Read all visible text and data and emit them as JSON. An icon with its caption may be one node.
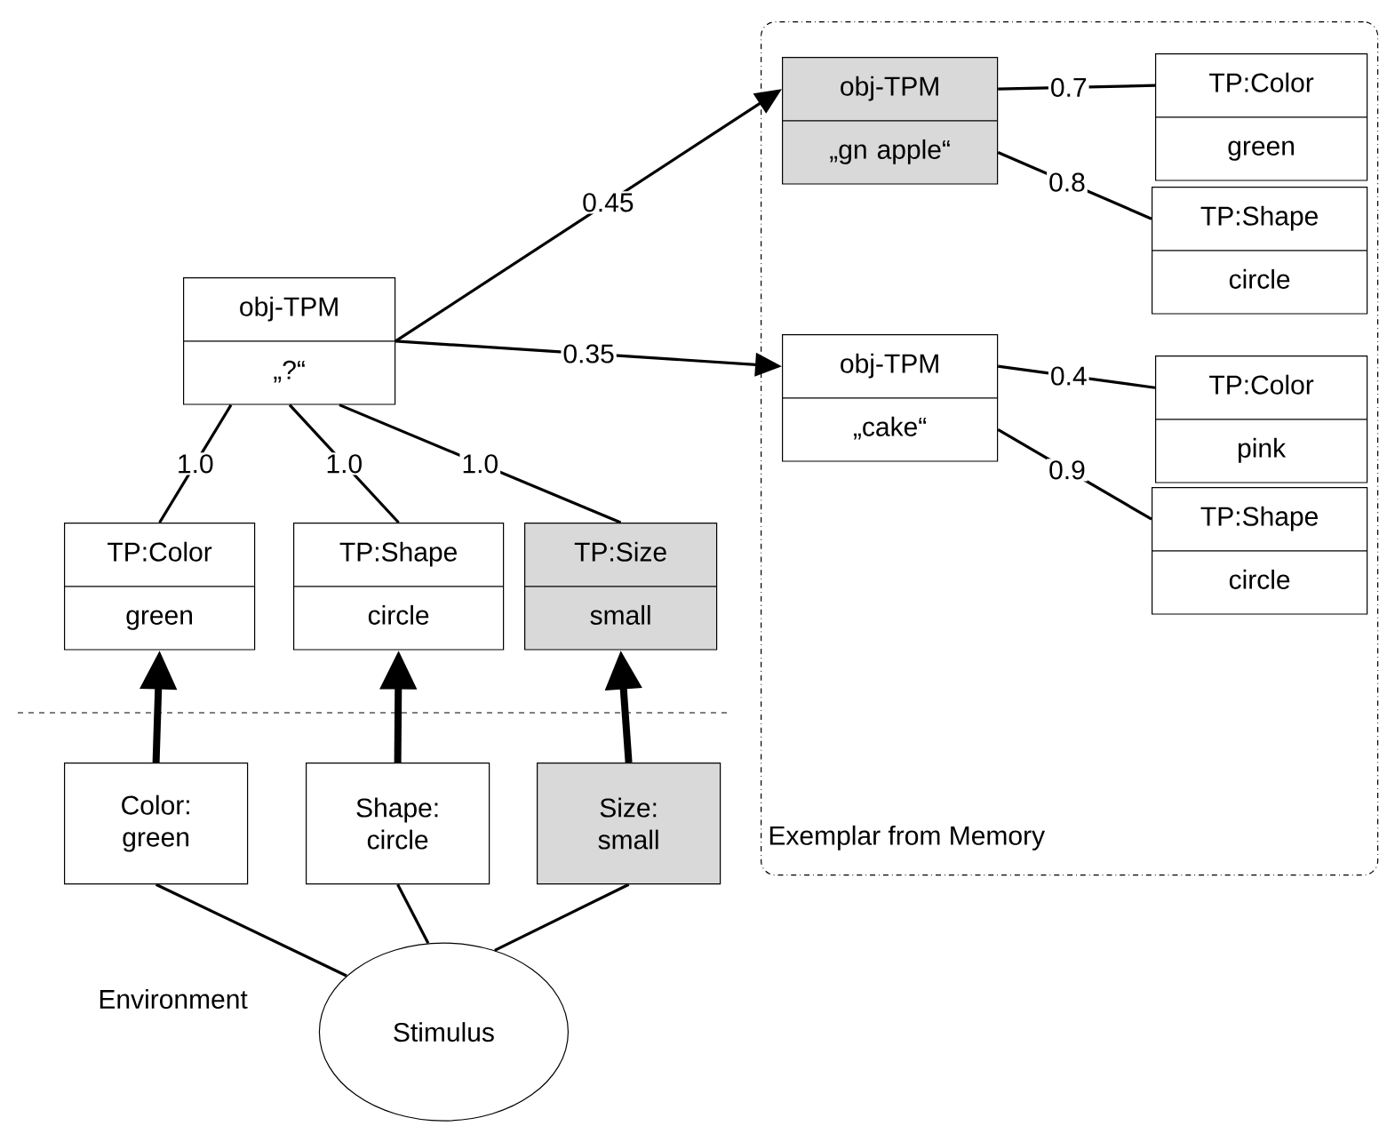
{
  "diagram": {
    "nodes": [
      {
        "text": [
          "Exemplar from Memory"
        ]
      },
      {
        "text": [
          "obj-TPM",
          "„gn apple“"
        ],
        "in": 0
      },
      {
        "text": [
          "TP:Color",
          "green"
        ],
        "in": 0
      },
      {
        "text": [
          "TP:Shape",
          "circle"
        ],
        "in": 0
      },
      {
        "text": [
          "obj-TPM",
          "„cake“"
        ],
        "in": 0
      },
      {
        "text": [
          "TP:Color",
          "pink"
        ],
        "in": 0
      },
      {
        "text": [
          "TP:Shape",
          "circle"
        ],
        "in": 0
      },
      {
        "text": [
          "obj-TPM",
          "„?“"
        ]
      },
      {
        "text": [
          "TP:Color",
          "green"
        ]
      },
      {
        "text": [
          "TP:Shape",
          "circle"
        ]
      },
      {
        "text": [
          "TP:Size",
          "small"
        ]
      },
      {
        "text": [
          "Color: green"
        ]
      },
      {
        "text": [
          "Shape: circle"
        ]
      },
      {
        "text": [
          "Size: small"
        ]
      },
      {
        "text": [
          "Stimulus"
        ]
      }
    ],
    "edges": [
      {
        "from": 7,
        "to": 1,
        "arrow": "to",
        "label": "0.45"
      },
      {
        "from": 7,
        "to": 4,
        "arrow": "to",
        "label": "0.35"
      },
      {
        "from": 1,
        "to": 2,
        "arrow": "none",
        "label": "0.7"
      },
      {
        "from": 1,
        "to": 3,
        "arrow": "none",
        "label": "0.8"
      },
      {
        "from": 4,
        "to": 5,
        "arrow": "none",
        "label": "0.4"
      },
      {
        "from": 4,
        "to": 6,
        "arrow": "none",
        "label": "0.9"
      },
      {
        "from": 7,
        "to": 8,
        "arrow": "none",
        "label": "1.0"
      },
      {
        "from": 7,
        "to": 9,
        "arrow": "none",
        "label": "1.0"
      },
      {
        "from": 7,
        "to": 10,
        "arrow": "none",
        "label": "1.0"
      },
      {
        "from": 11,
        "to": 8,
        "arrow": "to",
        "style": "thick"
      },
      {
        "from": 12,
        "to": 9,
        "arrow": "to",
        "style": "thick"
      },
      {
        "from": 13,
        "to": 10,
        "arrow": "to",
        "style": "thick"
      },
      {
        "from": 14,
        "to": 11,
        "arrow": "none"
      },
      {
        "from": 14,
        "to": 12,
        "arrow": "none"
      },
      {
        "from": 14,
        "to": 13,
        "arrow": "none"
      }
    ],
    "labels": [
      "Environment"
    ]
  }
}
